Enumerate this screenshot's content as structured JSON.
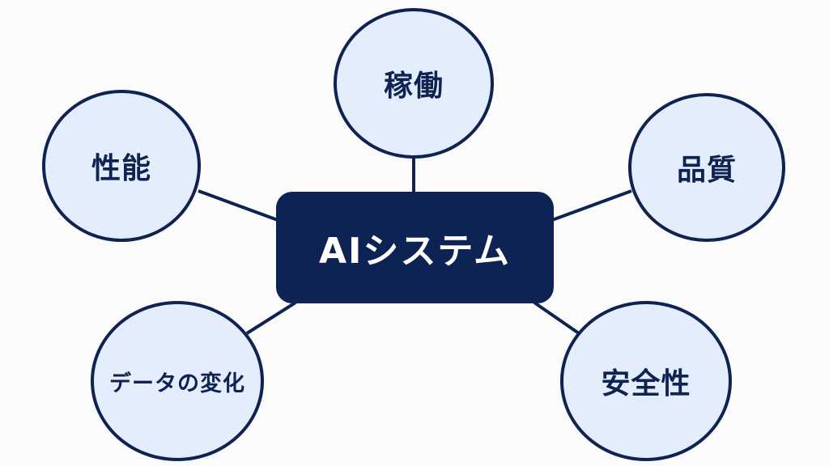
{
  "diagram": {
    "center": {
      "label": "AIシステム"
    },
    "nodes": [
      {
        "id": "kadou",
        "label": "稼働"
      },
      {
        "id": "seino",
        "label": "性能"
      },
      {
        "id": "hinshitsu",
        "label": "品質"
      },
      {
        "id": "data",
        "label": "データの変化"
      },
      {
        "id": "anzen",
        "label": "安全性"
      }
    ],
    "colors": {
      "hub_fill": "#0d2354",
      "node_fill": "#e4edfb",
      "stroke": "#0f2352",
      "hub_text": "#ffffff",
      "background": "#fbfbfb"
    }
  }
}
